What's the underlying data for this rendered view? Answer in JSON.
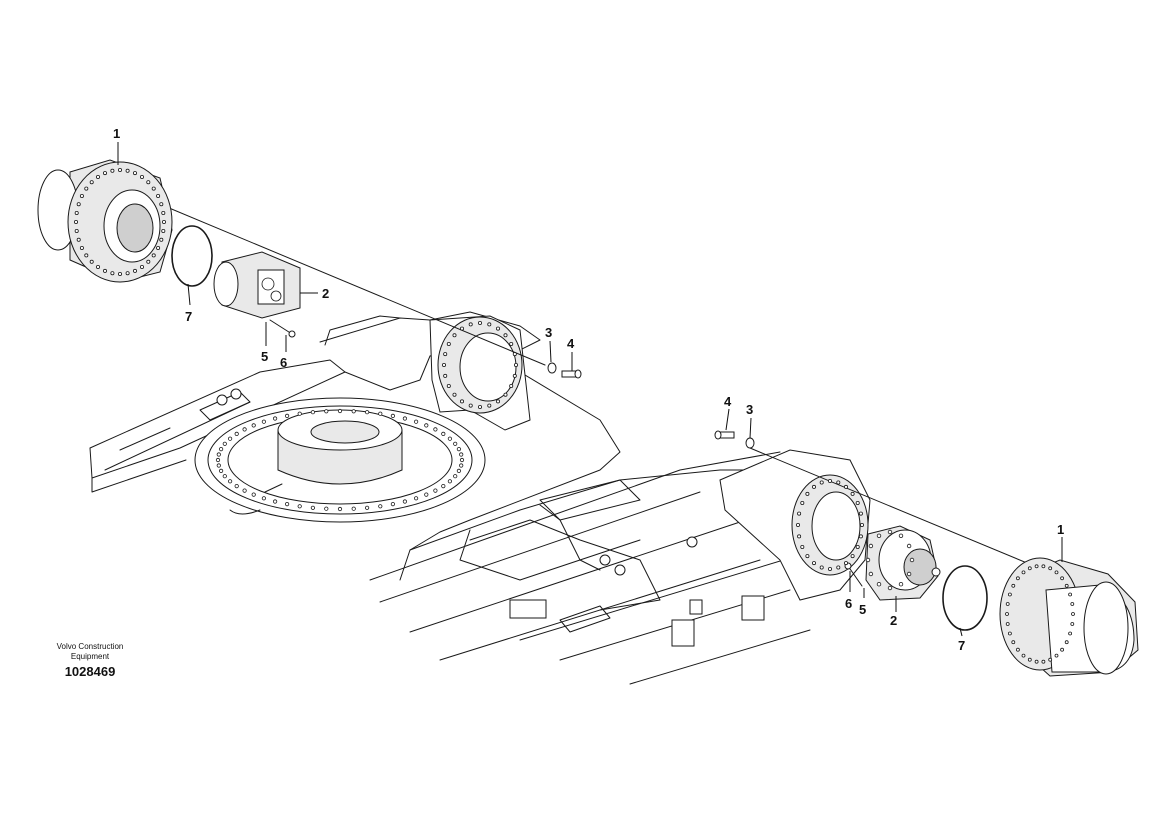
{
  "diagram": {
    "callouts": {
      "c1_top": "1",
      "c2_left": "2",
      "c3_left": "3",
      "c4_left": "4",
      "c5_left": "5",
      "c6_left": "6",
      "c7_left": "7",
      "c1_right": "1",
      "c2_right": "2",
      "c3_right": "3",
      "c4_right": "4",
      "c5_right": "5",
      "c6_right": "6",
      "c7_right": "7"
    },
    "brand_line1": "Volvo Construction",
    "brand_line2": "Equipment",
    "doc_number": "1028469"
  }
}
